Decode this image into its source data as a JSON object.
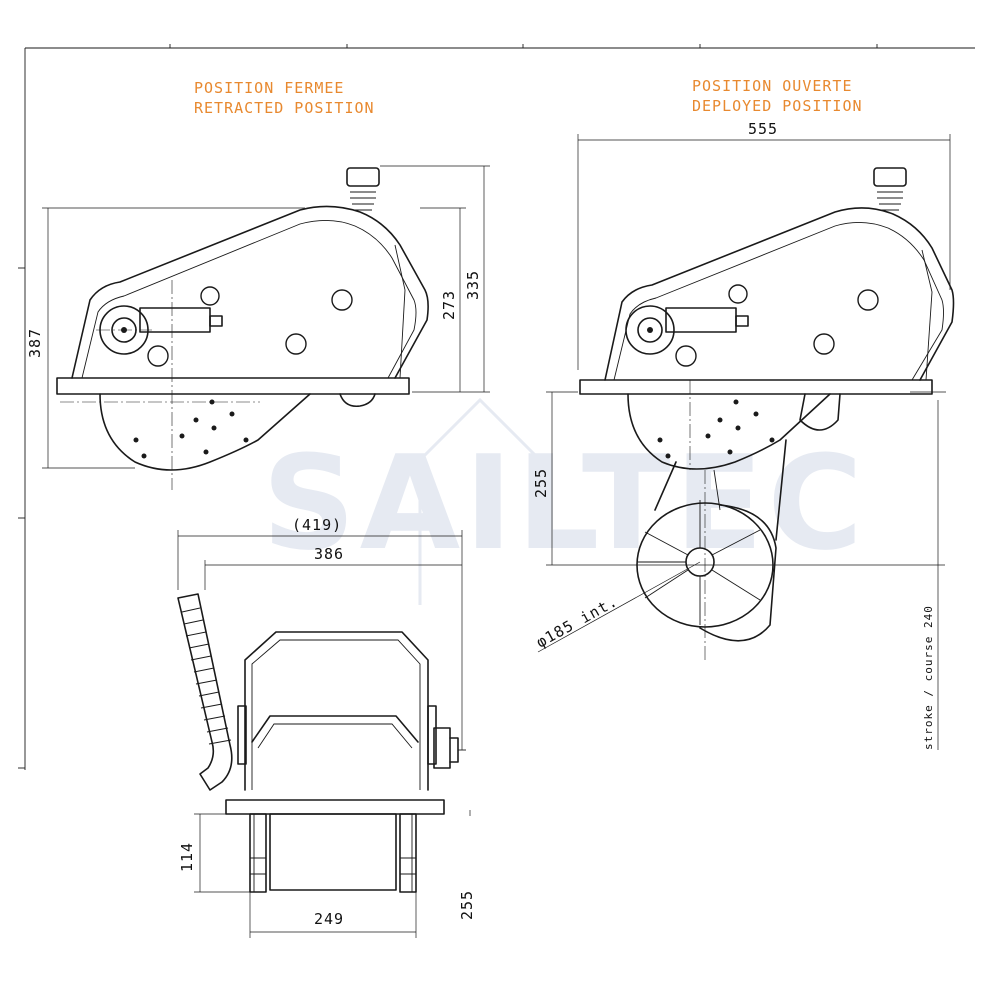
{
  "views": {
    "retracted": {
      "title_fr": "POSITION FERMEE",
      "title_en": "RETRACTED POSITION",
      "dim_overall_height": "387",
      "dim_height_a": "273",
      "dim_height_b": "335"
    },
    "deployed": {
      "title_fr": "POSITION OUVERTE",
      "title_en": "DEPLOYED POSITION",
      "dim_length": "555",
      "dim_depth": "255",
      "dim_tunnel": "φ185 int.",
      "stroke_label": "stroke / course 240"
    },
    "front": {
      "dim_outer_width": "(419)",
      "dim_width": "386",
      "dim_base_height": "114",
      "dim_base_width": "249",
      "dim_side": "255"
    }
  },
  "watermark": "SAILTEC",
  "colors": {
    "title": "#e8892f",
    "line": "#1a1a1a",
    "watermark": "#e6eaf2"
  }
}
